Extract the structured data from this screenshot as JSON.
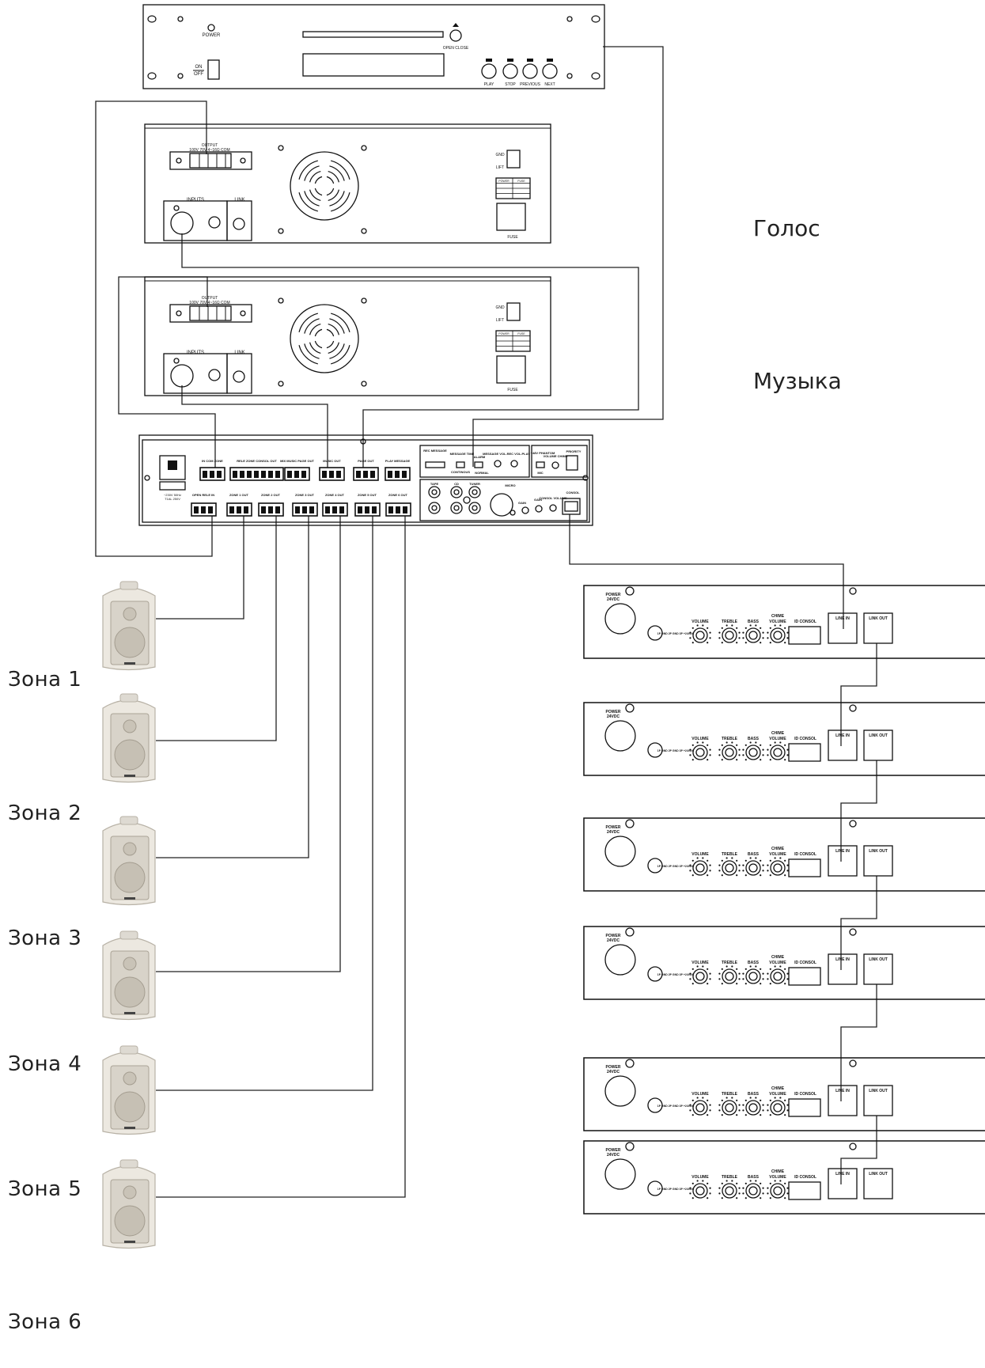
{
  "labels": {
    "voice": "Голос",
    "music": "Музыка",
    "zones": [
      "Зона 1",
      "Зона 2",
      "Зона 3",
      "Зона 4",
      "Зона 5",
      "Зона 6"
    ]
  },
  "cd_player": {
    "power": "POWER",
    "on": "ON",
    "off": "OFF",
    "open_close": "OPEN CLOSE",
    "play": "PLAY",
    "stop": "STOP",
    "previous": "PREVIOUS",
    "next": "NEXT"
  },
  "amplifier": {
    "output": "OUTPUT",
    "taps": "100V  70V  4~16Ω  COM",
    "inputs": "INPUTS",
    "link": "LINK",
    "gnd": "GND",
    "lift": "LIFT",
    "fuse": "FUSE",
    "table_header": [
      "POWER",
      "FUSE"
    ]
  },
  "mixer": {
    "top_labels": [
      "IN  COM  ZONE",
      "RELE ZONE  CONSOL OUT",
      "MIX MUSIC PAGE OUT",
      "MUSIC OUT",
      "PAGE OUT",
      "PLAY MESSAGE"
    ],
    "bottom_labels": [
      "OPEN RELE IN",
      "ZONE 1 OUT",
      "ZONE 2 OUT",
      "ZONE 3 OUT",
      "ZONE 4 OUT",
      "ZONE 5 OUT",
      "ZONE 6 OUT"
    ],
    "mains": "~230V 50Hz",
    "fuse": "T1AL 250V",
    "rec_message": "REC MESSAGE",
    "message_time": "MESSAGE TIME",
    "continous": "CONTINOUS",
    "alarm": "ALARM",
    "normal": "NORMAL",
    "message_vol": "MESSAGE VOL.REC VOL.PLAY",
    "phantom": "+48V PHANTOM",
    "volume_chime": "VOLUME CHIME",
    "priority": "PRIORITY",
    "mic": "MIC",
    "tape": "TAPE",
    "cd": "CD",
    "tuner": "TUNER",
    "micro": "MICRO",
    "gain": "GAIN",
    "consol_volume": "CONSOL VOLUME",
    "consol": "CONSOL"
  },
  "console": {
    "power": "POWER",
    "vdc": "24VDC",
    "volume": "VOLUME",
    "treble": "TREBLE",
    "bass": "BASS",
    "chime": "CHIME",
    "chime_volume": "VOLUME",
    "id_consol": "ID CONSOL",
    "line_in": "LINE IN",
    "link_out": "LINK OUT",
    "pins": "1P GND 2P GND 3P +24VDC"
  }
}
